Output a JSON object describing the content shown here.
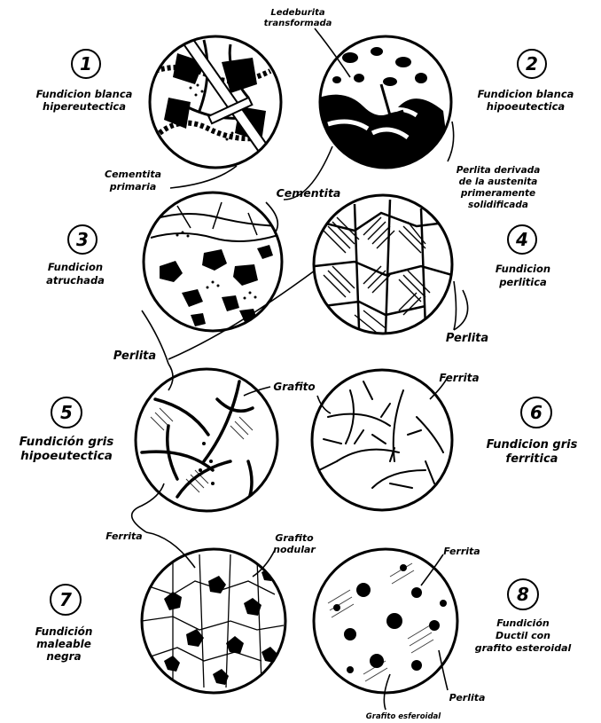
{
  "panels": [
    {
      "number": "1",
      "name_lines": [
        "Fundicion blanca",
        "hipereutectica"
      ]
    },
    {
      "number": "2",
      "name_lines": [
        "Fundicion blanca",
        "hipoeutectica"
      ]
    },
    {
      "number": "3",
      "name_lines": [
        "Fundicion",
        "atruchada"
      ]
    },
    {
      "number": "4",
      "name_lines": [
        "Fundicion",
        "perlitica"
      ]
    },
    {
      "number": "5",
      "name_lines": [
        "Fundición gris",
        "hipoeutectica"
      ]
    },
    {
      "number": "6",
      "name_lines": [
        "Fundicion gris",
        "ferritica"
      ]
    },
    {
      "number": "7",
      "name_lines": [
        "Fundición",
        "maleable",
        "negra"
      ]
    },
    {
      "number": "8",
      "name_lines": [
        "Fundición",
        "Ductil con",
        "grafito esteroidal"
      ]
    }
  ],
  "callouts": {
    "ledeburita": [
      "Ledeburita",
      "transformada"
    ],
    "cementita_primaria": [
      "Cementita",
      "primaria"
    ],
    "perlita_derivada": [
      "Perlita derivada",
      "de la austenita",
      "primeramente",
      "solidificada"
    ],
    "cementita": "Cementita",
    "perlita_4": "Perlita",
    "perlita_3": "Perlita",
    "grafito_5": "Grafito",
    "ferrita_6": "Ferrita",
    "ferrita_7": "Ferrita",
    "grafito_nodular": [
      "Grafito",
      "nodular"
    ],
    "ferrita_8": "Ferrita",
    "perlita_8": "Perlita",
    "grafito_esferoidal": "Grafito esferoidal"
  }
}
